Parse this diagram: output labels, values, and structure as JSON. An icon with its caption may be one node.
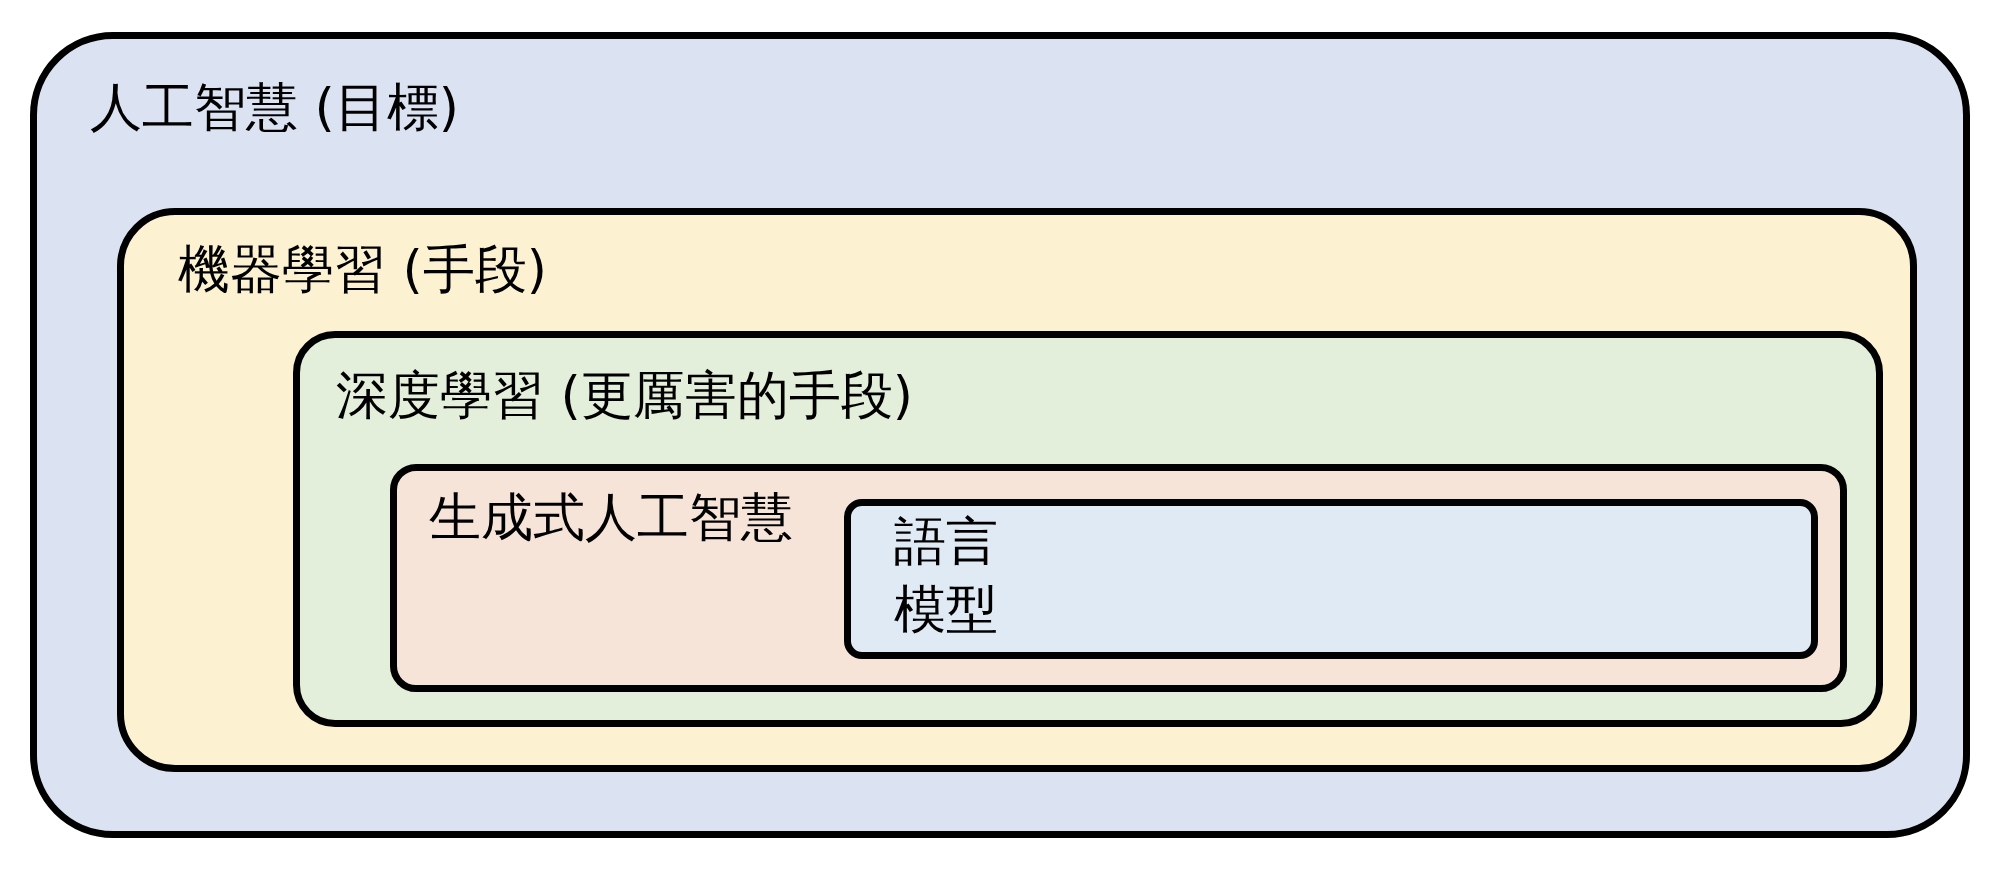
{
  "diagram": {
    "nodes": [
      {
        "text": [
          "人工智慧 (目標)"
        ]
      },
      {
        "text": [
          "機器學習 (手段)"
        ],
        "in": 0
      },
      {
        "text": [
          "深度學習 (更厲害的手段)"
        ],
        "in": 1
      },
      {
        "text": [
          "生成式人工智慧"
        ],
        "in": 2
      },
      {
        "text": [
          "語言模型"
        ],
        "in": 3
      }
    ]
  }
}
